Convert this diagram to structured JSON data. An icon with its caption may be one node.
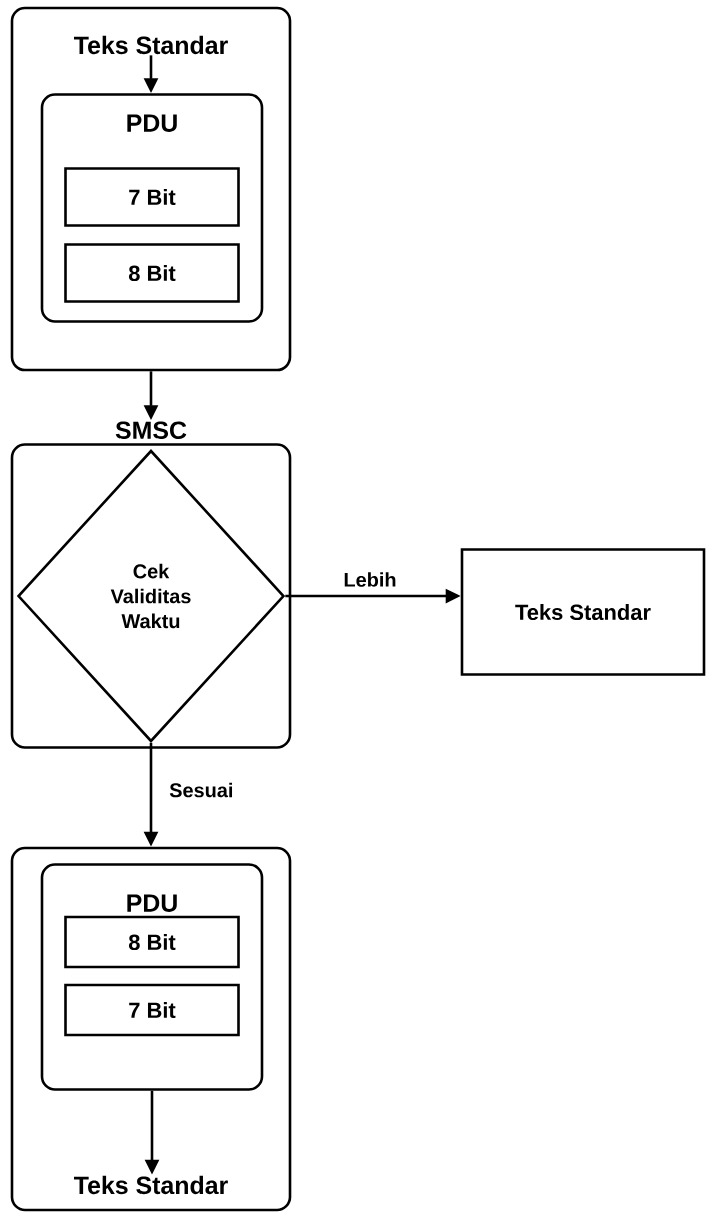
{
  "diagram": {
    "nodes": [
      {
        "text": [],
        "shape": "box"
      },
      {
        "text": [
          "Teks Standar"
        ],
        "in": 0
      },
      {
        "text": [
          "PDU"
        ],
        "in": 0
      },
      {
        "text": [
          "7 Bit"
        ],
        "in": 2
      },
      {
        "text": [
          "8 Bit"
        ],
        "in": 2
      },
      {
        "text": [
          "SMSC"
        ]
      },
      {
        "text": [
          "Cek Validitas Waktu"
        ],
        "in": 5
      },
      {
        "text": [
          "Teks Standar"
        ]
      },
      {
        "text": [],
        "shape": "box"
      },
      {
        "text": [
          "PDU"
        ],
        "in": 8
      },
      {
        "text": [
          "8 Bit"
        ],
        "in": 9
      },
      {
        "text": [
          "7 Bit"
        ],
        "in": 9
      },
      {
        "text": [
          "Teks Standar"
        ],
        "in": 8
      }
    ],
    "edges": [
      {
        "from": 1,
        "to": 2,
        "arrow": "to"
      },
      {
        "from": 0,
        "to": 5,
        "arrow": "to"
      },
      {
        "from": 6,
        "to": 7,
        "arrow": "to",
        "label": "Lebih"
      },
      {
        "from": 6,
        "to": 8,
        "arrow": "to",
        "label": "Sesuai"
      },
      {
        "from": 9,
        "to": 12,
        "arrow": "to"
      }
    ]
  }
}
